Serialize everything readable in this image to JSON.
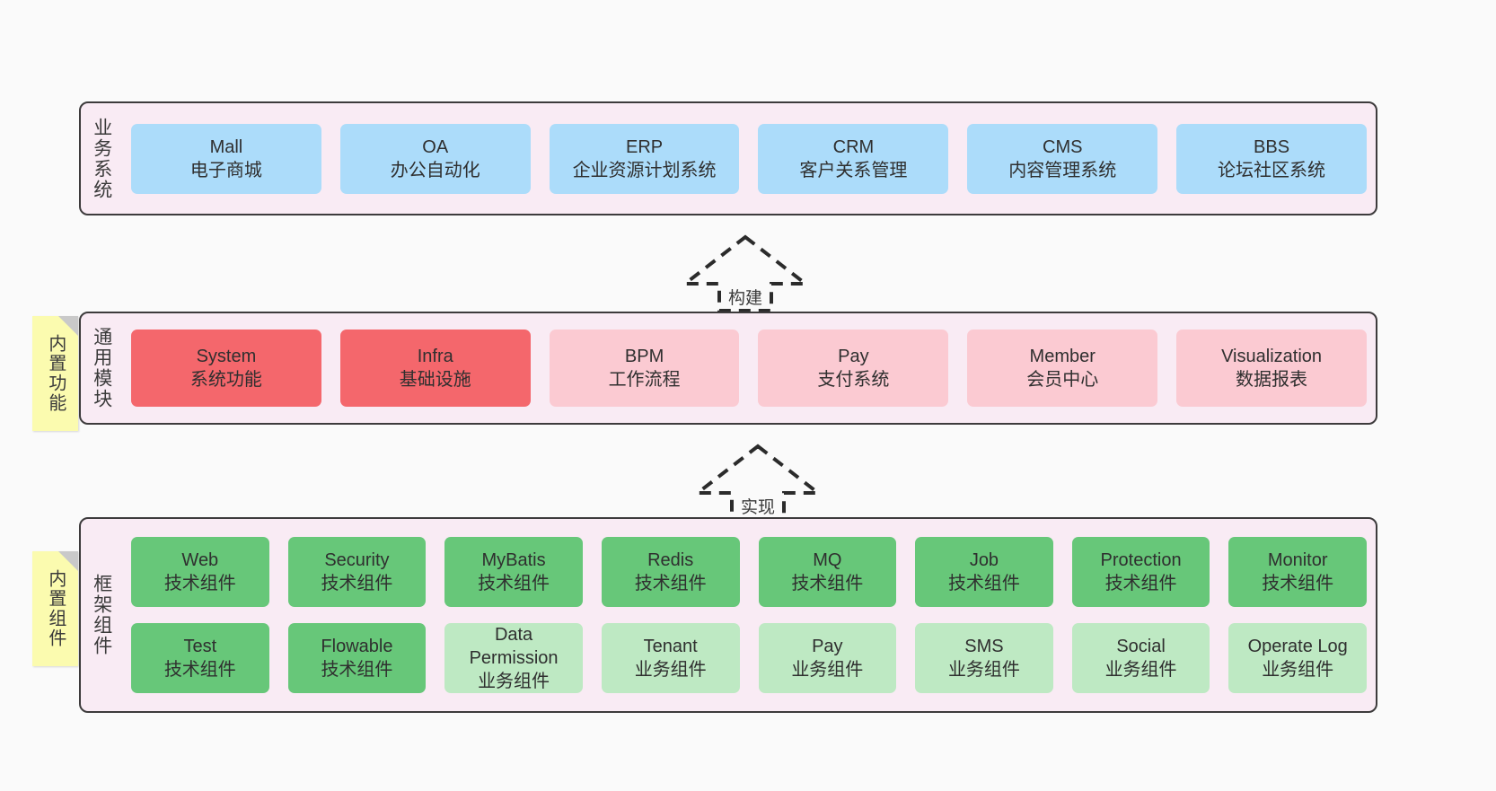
{
  "page": {
    "background": "#FAFAFA",
    "container_fill": "#F9EBF4",
    "container_border": "#3D3B3C"
  },
  "colors": {
    "blue": "#ACDCFA",
    "red": "#F4676C",
    "pink": "#FBCAD2",
    "green": "#67C779",
    "light_green": "#BEE9C3",
    "note_yellow": "#FBFBAF",
    "note_fold": "#C9C9C9"
  },
  "layers": {
    "business": {
      "title": "业务系统",
      "tiles": [
        {
          "en": "Mall",
          "cn": "电子商城"
        },
        {
          "en": "OA",
          "cn": "办公自动化"
        },
        {
          "en": "ERP",
          "cn": "企业资源计划系统"
        },
        {
          "en": "CRM",
          "cn": "客户关系管理"
        },
        {
          "en": "CMS",
          "cn": "内容管理系统"
        },
        {
          "en": "BBS",
          "cn": "论坛社区系统"
        }
      ]
    },
    "common": {
      "title": "通用模块",
      "note": "内置功能",
      "tiles": [
        {
          "en": "System",
          "cn": "系统功能",
          "variant": "red"
        },
        {
          "en": "Infra",
          "cn": "基础设施",
          "variant": "red"
        },
        {
          "en": "BPM",
          "cn": "工作流程",
          "variant": "pink"
        },
        {
          "en": "Pay",
          "cn": "支付系统",
          "variant": "pink"
        },
        {
          "en": "Member",
          "cn": "会员中心",
          "variant": "pink"
        },
        {
          "en": "Visualization",
          "cn": "数据报表",
          "variant": "pink"
        }
      ]
    },
    "framework": {
      "title": "框架组件",
      "note": "内置组件",
      "row1": [
        {
          "en": "Web",
          "cn": "技术组件"
        },
        {
          "en": "Security",
          "cn": "技术组件"
        },
        {
          "en": "MyBatis",
          "cn": "技术组件"
        },
        {
          "en": "Redis",
          "cn": "技术组件"
        },
        {
          "en": "MQ",
          "cn": "技术组件"
        },
        {
          "en": "Job",
          "cn": "技术组件"
        },
        {
          "en": "Protection",
          "cn": "技术组件"
        },
        {
          "en": "Monitor",
          "cn": "技术组件"
        }
      ],
      "row2": [
        {
          "en": "Test",
          "cn": "技术组件",
          "variant": "green"
        },
        {
          "en": "Flowable",
          "cn": "技术组件",
          "variant": "green"
        },
        {
          "en": "Data Permission",
          "cn": "业务组件",
          "variant": "lightgreen"
        },
        {
          "en": "Tenant",
          "cn": "业务组件",
          "variant": "lightgreen"
        },
        {
          "en": "Pay",
          "cn": "业务组件",
          "variant": "lightgreen"
        },
        {
          "en": "SMS",
          "cn": "业务组件",
          "variant": "lightgreen"
        },
        {
          "en": "Social",
          "cn": "业务组件",
          "variant": "lightgreen"
        },
        {
          "en": "Operate Log",
          "cn": "业务组件",
          "variant": "lightgreen"
        }
      ]
    }
  },
  "arrows": [
    {
      "label": "构建",
      "direction": "up"
    },
    {
      "label": "实现",
      "direction": "up"
    }
  ]
}
